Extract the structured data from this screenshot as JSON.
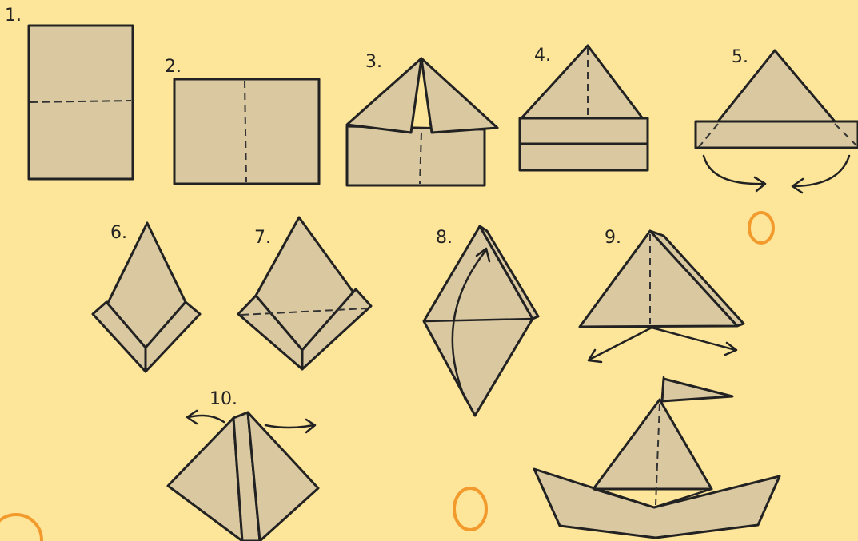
{
  "steps": [
    {
      "label": "1."
    },
    {
      "label": "2."
    },
    {
      "label": "3."
    },
    {
      "label": "4."
    },
    {
      "label": "5."
    },
    {
      "label": "6."
    },
    {
      "label": "7."
    },
    {
      "label": "8."
    },
    {
      "label": "9."
    },
    {
      "label": "10."
    }
  ],
  "colors": {
    "background": "#fde59a",
    "paper": "#d9c8a0",
    "ink": "#222222",
    "highlight": "#f39a2c"
  },
  "icons": [
    "fold-arrow-icon",
    "flag-icon",
    "highlight-ring-icon"
  ]
}
